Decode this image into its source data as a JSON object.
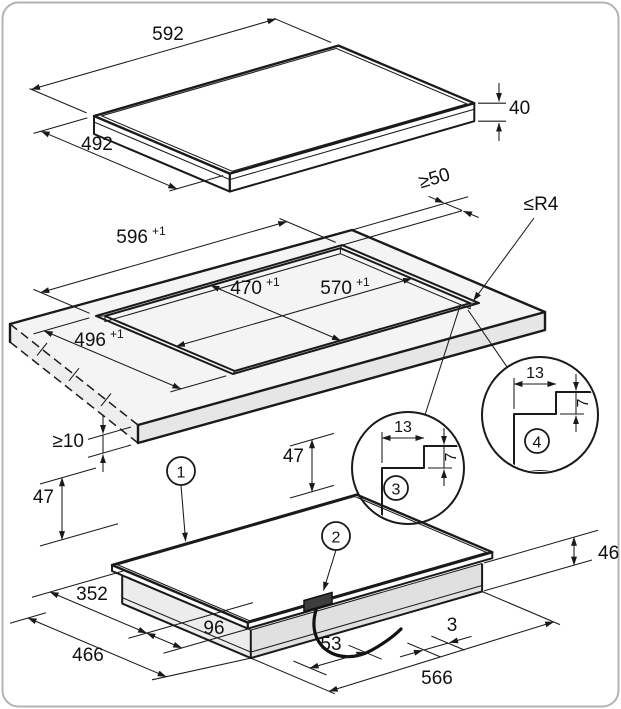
{
  "cooktop": {
    "width": "592",
    "thickness": "40",
    "depth": "492"
  },
  "worktop": {
    "cutout_width": "596",
    "cutout_width_tol": "+1",
    "cutout_depth": "496",
    "cutout_depth_tol": "+1",
    "inner_width": "570",
    "inner_width_tol": "+1",
    "inner_depth": "470",
    "inner_depth_tol": "+1",
    "rear_distance": "≥50",
    "corner_radius": "≤R4",
    "min_thickness": "≥10"
  },
  "detail_3": {
    "id": "3",
    "step_width": "13",
    "step_depth": "7"
  },
  "detail_4": {
    "id": "4",
    "step_width": "13",
    "step_depth": "7"
  },
  "unit": {
    "callout_hob": "1",
    "callout_mains": "2",
    "height_clearance_left": "47",
    "height_clearance_mid": "47",
    "body_height": "46",
    "depth_to_cable": "352",
    "cable_offset": "96",
    "body_depth": "466",
    "cable_length_dim": "53",
    "cable_side_dim": "3",
    "body_width": "566"
  }
}
